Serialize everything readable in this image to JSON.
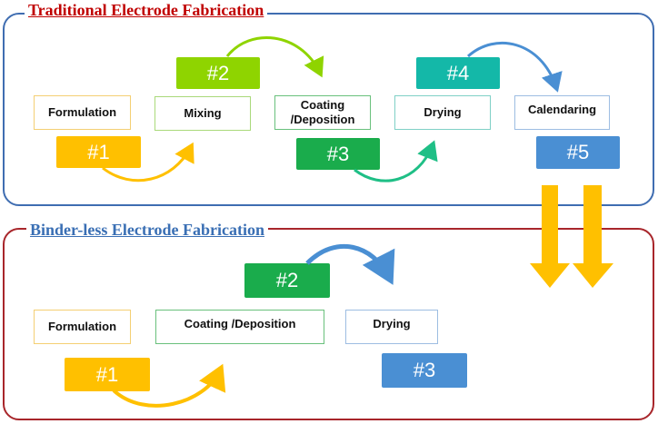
{
  "traditional": {
    "title": "Traditional Electrode Fabrication",
    "steps": {
      "formulation": "Formulation",
      "mixing": "Mixing",
      "coating_line1": "Coating",
      "coating_line2": "/Deposition",
      "drying": "Drying",
      "calendaring": "Calendaring"
    },
    "badges": [
      "#1",
      "#2",
      "#3",
      "#4",
      "#5"
    ]
  },
  "binderless": {
    "title": "Binder-less Electrode Fabrication",
    "steps": {
      "formulation": "Formulation",
      "coating": "Coating /Deposition",
      "drying": "Drying"
    },
    "badges": [
      "#1",
      "#2",
      "#3"
    ]
  },
  "colors": {
    "yellow": "#ffc000",
    "lime": "#8fd400",
    "green": "#1aac4c",
    "teal": "#14b8a8",
    "blue": "#4a8fd3",
    "trad_border": "#3f6db1",
    "bind_border": "#a8262b"
  }
}
